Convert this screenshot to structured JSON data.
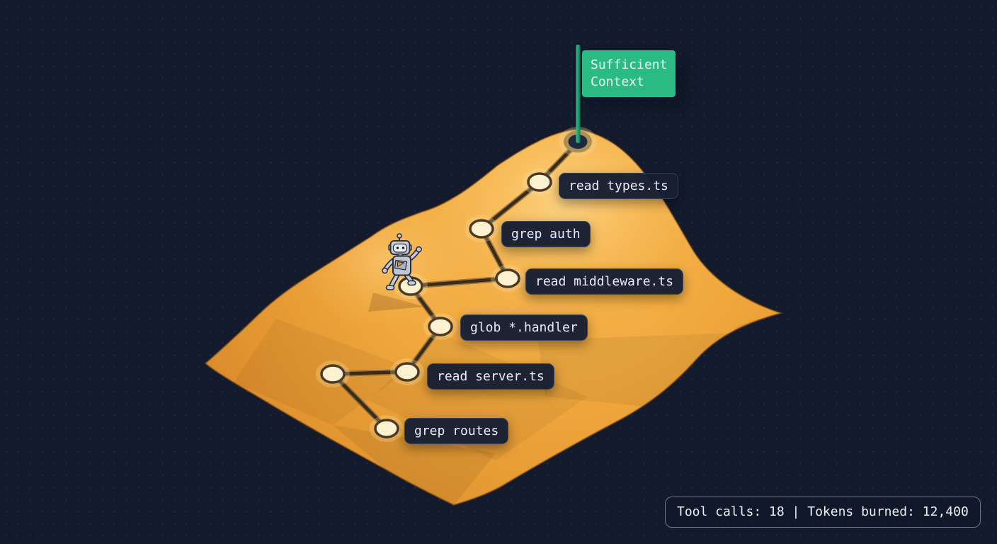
{
  "flag": {
    "line1": "Sufficient",
    "line2": "Context",
    "color": "#2abb85"
  },
  "waypoints": [
    {
      "label": "grep routes"
    },
    {
      "label": "read server.ts"
    },
    {
      "label": "glob *.handler"
    },
    {
      "label": "read middleware.ts"
    },
    {
      "label": "grep auth"
    },
    {
      "label": "read types.ts"
    }
  ],
  "status": {
    "text": "Tool calls: 18 | Tokens burned: 12,400",
    "tool_calls": "18",
    "tokens_burned": "12,400"
  },
  "colors": {
    "background": "#121a2c",
    "mountain_light": "#f8bb56",
    "mountain_dark": "#d5822a",
    "trail": "#372c1e",
    "node_fill": "#fdf2cf",
    "node_ring": "#4a3926",
    "label_bg": "#171f33",
    "label_text": "#e9eef6",
    "flag_green": "#2abb85",
    "pole_teal": "#1ca879",
    "status_border": "#6b7689"
  }
}
